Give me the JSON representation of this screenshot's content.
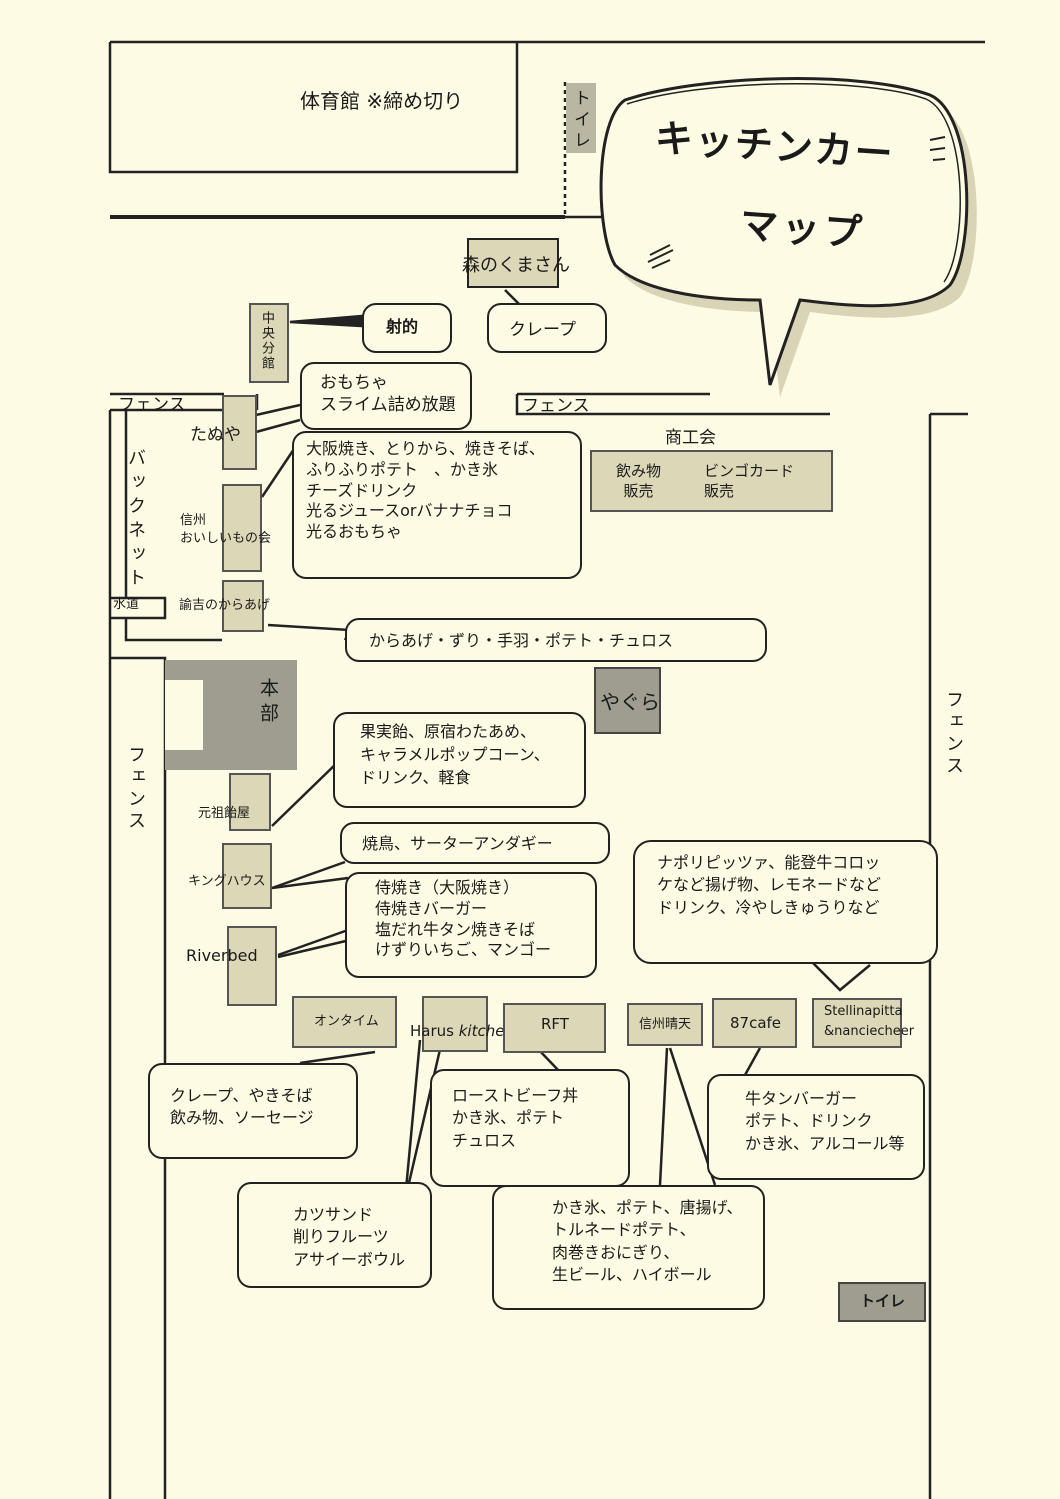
{
  "title_bubble": {
    "line1": "キッチンカー",
    "line2": "マップ"
  },
  "buildings": {
    "gym": "体育館 ※締め切り",
    "toilet_top": "トイレ",
    "toilet_bottom": "トイレ",
    "hq": "本部",
    "yagura": "やぐら",
    "water": "水道"
  },
  "fences": {
    "left_top": "フェンス",
    "mid_top": "フェンス",
    "right": "フェンス",
    "left_side": "フェンス",
    "backnet": "バックネット"
  },
  "stalls": {
    "mori": "森のくまさん",
    "chuo": "中央分館",
    "tanuya": "たぬや",
    "shinshu_oishii": "信州\nおいしいもの会",
    "yukichi": "諭吉のからあげ",
    "genso": "元祖飴屋",
    "king": "キングハウス",
    "riverbed": "Riverbed",
    "ontime": "オンタイム",
    "harus": "Harus",
    "harus_italic": "kitchen",
    "rft": "RFT",
    "seiten": "信州晴天",
    "cafe87": "87cafe",
    "stellina": "Stellinapitta\n&nanciecheer"
  },
  "shokokai": {
    "title": "商工会",
    "col1": "飲み物\n販売",
    "col2": "ビンゴカード\n販売"
  },
  "bubbles": {
    "shateki": "射的",
    "crepe_top": "クレープ",
    "omocha": "おもちゃ\nスライム詰め放題",
    "osaka": "大阪焼き、とりから、焼きそば、\nふりふりポテト　、かき氷\nチーズドリンク\n光るジュースorバナナチョコ\n光るおもちゃ",
    "karaage": "からあげ・ずり・手羽・ポテト・チュロス",
    "kajitsu": "果実飴、原宿わたあめ、\nキャラメルポップコーン、\nドリンク、軽食",
    "yakitori": "焼鳥、サーターアンダギー",
    "samurai": "侍焼き（大阪焼き）\n侍焼きバーガー\n塩だれ牛タン焼きそば\nけずりいちご、マンゴー",
    "napoli": "ナポリピッツァ、能登牛コロッ\nケなど揚げ物、レモネードなど\nドリンク、冷やしきゅうりなど",
    "crepe_bottom": "クレープ、やきそば\n飲み物、ソーセージ",
    "roast": "ローストビーフ丼\nかき氷、ポテト\nチュロス",
    "gyutan": "牛タンバーガー\nポテト、ドリンク\nかき氷、アルコール等",
    "katsu": "カツサンド\n削りフルーツ\nアサイーボウル",
    "kakigori": "かき氷、ポテト、唐揚げ、\nトルネードポテト、\n肉巻きおにぎり、\n生ビール、ハイボール"
  },
  "colors": {
    "paper": "#fdfbe3",
    "stall": "#dcd7b6",
    "dark": "#9e9d90",
    "line": "#222222"
  }
}
